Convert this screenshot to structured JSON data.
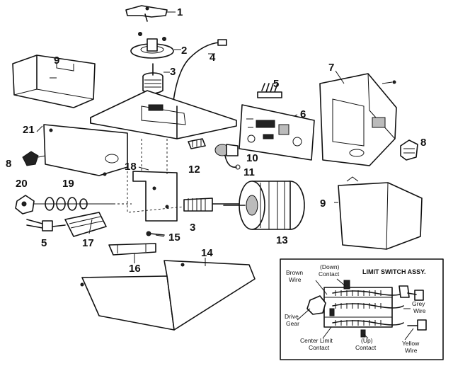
{
  "callouts": {
    "c1": "1",
    "c2": "2",
    "c3a": "3",
    "c3b": "3",
    "c4": "4",
    "c5a": "5",
    "c5b": "5",
    "c6": "6",
    "c7": "7",
    "c8a": "8",
    "c8b": "8",
    "c9a": "9",
    "c9b": "9",
    "c10": "10",
    "c11": "11",
    "c12": "12",
    "c13": "13",
    "c14": "14",
    "c15": "15",
    "c16": "16",
    "c17": "17",
    "c18": "18",
    "c19": "19",
    "c20": "20",
    "c21": "21"
  },
  "inset": {
    "title": "LIMIT SWITCH ASSY.",
    "down_contact_1": "(Down)",
    "down_contact_2": "Contact",
    "brown_wire_1": "Brown",
    "brown_wire_2": "Wire",
    "grey_wire_1": "Grey",
    "grey_wire_2": "Wire",
    "drive_gear_1": "Drive",
    "drive_gear_2": "Gear",
    "center_limit_1": "Center Limit",
    "center_limit_2": "Contact",
    "up_contact_1": "(Up)",
    "up_contact_2": "Contact",
    "yellow_wire_1": "Yellow",
    "yellow_wire_2": "Wire"
  }
}
